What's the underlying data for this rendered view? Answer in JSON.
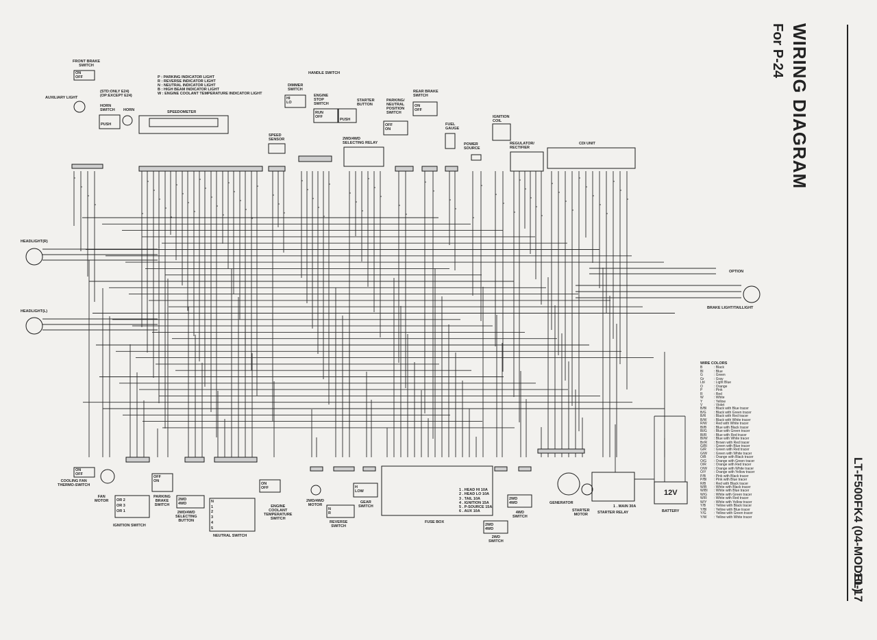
{
  "title": "WIRING DIAGRAM",
  "subtitle": "For P-24",
  "model": "LT-F500FK4 (04-MODEL)",
  "page": "10-17",
  "indicator_notes": [
    "P : PARKING INDICATOR LIGHT",
    "R : REVERSE INDICATOR LIGHT",
    "N : NEUTRAL INDICATOR LIGHT",
    "B : HIGH BEAM INDICATOR LIGHT",
    "W : ENGINE COOLANT TEMPERATURE INDICATOR LIGHT"
  ],
  "std_note": [
    "(STD:ONLY E24)",
    "(OP:EXCEPT E24)"
  ],
  "components": {
    "front_brake_switch": "FRONT BRAKE\nSWITCH",
    "auxiliary_light": "AUXILIARY LIGHT",
    "horn_switch": "HORN\nSWITCH",
    "horn": "HORN",
    "speedometer": "SPEEDOMETER",
    "handle_switch": "HANDLE SWITCH",
    "dimmer_switch": "DIMMER\nSWITCH",
    "engine_stop_switch": "ENGINE\nSTOP\nSWITCH",
    "starter_button": "STARTER\nBUTTON",
    "parking_neutral_switch": "PARKING/\nNEUTRAL\nPOSITION\nSWITCH",
    "rear_brake_switch": "REAR BRAKE\nSWITCH",
    "ignition_coil": "IGNITION\nCOIL",
    "fuel_gauge": "FUEL\nGAUGE",
    "power_source": "POWER\nSOURCE",
    "regulator": "REGULATOR/\nRECTIFIER",
    "cdi_unit": "CDI UNIT",
    "speed_sensor": "SPEED\nSENSOR",
    "selecting_relay": "2WD/4WD\nSELECTING RELAY",
    "headlight_r": "HEADLIGHT(R)",
    "headlight_l": "HEADLIGHT(L)",
    "option": "OPTION",
    "brake_taillight": "BRAKE LIGHT/TAILLIGHT",
    "cooling_fan_switch": "COOLING FAN\nTHERMO-SWITCH",
    "fan_motor": "FAN\nMOTOR",
    "ignition_switch": "IGNITION SWITCH",
    "parking_brake_switch": "PARKING\nBRAKE\nSWITCH",
    "selecting_button": "2WD/4WD\nSELECTING\nBUTTON",
    "neutral_switch": "NEUTRAL SWITCH",
    "coolant_temp_switch": "ENGINE\nCOOLANT\nTEMPERATURE\nSWITCH",
    "motor_2wd4wd": "2WD/4WD\nMOTOR",
    "reverse_switch": "REVERSE\nSWITCH",
    "gear_switch": "GEAR\nSWITCH",
    "fuse_box": "FUSE BOX",
    "switch_4wd": "4WD\nSWITCH",
    "switch_2wd": "2WD\nSWITCH",
    "generator": "GENERATOR",
    "starter_motor": "STARTER\nMOTOR",
    "starter_relay": "STARTER RELAY",
    "main_fuse": "1 . MAIN 30A",
    "battery": "BATTERY",
    "battery_voltage": "12V"
  },
  "fuses": [
    "1 . HEAD HI   10A",
    "2 . HEAD LO   10A",
    "3 . TAIL      10A",
    "4 . IGNITION  15A",
    "5 . P-SOURCE  15A",
    "6 . AUX       10A"
  ],
  "switch_states": {
    "on_off": [
      "ON",
      "OFF"
    ],
    "push": "PUSH",
    "hi_lo": [
      "HI",
      "LO"
    ],
    "run_off": [
      "RUN",
      "OFF"
    ],
    "ignition": [
      "OR 2",
      "OR 3",
      "OR 1"
    ],
    "neutral": [
      "N",
      "1",
      "2",
      "3",
      "4",
      "5"
    ],
    "n_r": [
      "N",
      "R"
    ],
    "h_low": [
      "H",
      "LOW"
    ],
    "wd": [
      "2WD",
      "4WD"
    ]
  },
  "wire_colors_title": "WIRE COLORS",
  "wire_colors": [
    [
      "B",
      "Black"
    ],
    [
      "Bl",
      "Blue"
    ],
    [
      "G",
      "Green"
    ],
    [
      "Gr",
      "Gray"
    ],
    [
      "Lbl",
      "Light Blue"
    ],
    [
      "O",
      "Orange"
    ],
    [
      "P",
      "Pink"
    ],
    [
      "R",
      "Red"
    ],
    [
      "W",
      "White"
    ],
    [
      "Y",
      "Yellow"
    ],
    [
      "V",
      "Violet"
    ],
    [
      "B/Bl",
      "Black with Blue tracer"
    ],
    [
      "B/G",
      "Black with Green tracer"
    ],
    [
      "B/R",
      "Black with Red tracer"
    ],
    [
      "B/W",
      "Black with White tracer"
    ],
    [
      "R/W",
      "Red with White tracer"
    ],
    [
      "Bl/B",
      "Blue with Black tracer"
    ],
    [
      "Bl/G",
      "Blue with Green tracer"
    ],
    [
      "Bl/R",
      "Blue with Red tracer"
    ],
    [
      "Bl/W",
      "Blue with White tracer"
    ],
    [
      "Br/R",
      "Brown with Red tracer"
    ],
    [
      "G/Bl",
      "Green with Blue tracer"
    ],
    [
      "G/R",
      "Green with Red tracer"
    ],
    [
      "G/W",
      "Green with White tracer"
    ],
    [
      "O/B",
      "Orange with Black tracer"
    ],
    [
      "O/G",
      "Orange with Green tracer"
    ],
    [
      "O/R",
      "Orange with Red tracer"
    ],
    [
      "O/W",
      "Orange with White tracer"
    ],
    [
      "O/Y",
      "Orange with Yellow tracer"
    ],
    [
      "P/B",
      "Pink with Black tracer"
    ],
    [
      "P/Bl",
      "Pink with Blue tracer"
    ],
    [
      "R/B",
      "Red with Black tracer"
    ],
    [
      "W/B",
      "White with Black tracer"
    ],
    [
      "W/Bl",
      "White with Blue tracer"
    ],
    [
      "W/G",
      "White with Green tracer"
    ],
    [
      "W/R",
      "White with Red tracer"
    ],
    [
      "W/Y",
      "White with Yellow tracer"
    ],
    [
      "Y/B",
      "Yellow with Black tracer"
    ],
    [
      "Y/Bl",
      "Yellow with Blue tracer"
    ],
    [
      "Y/G",
      "Yellow with Green tracer"
    ],
    [
      "Y/W",
      "Yellow with White tracer"
    ]
  ],
  "colors": {
    "paper": "#f2f1ee",
    "ink": "#1a1a1a",
    "wire": "#2a2a2a"
  }
}
